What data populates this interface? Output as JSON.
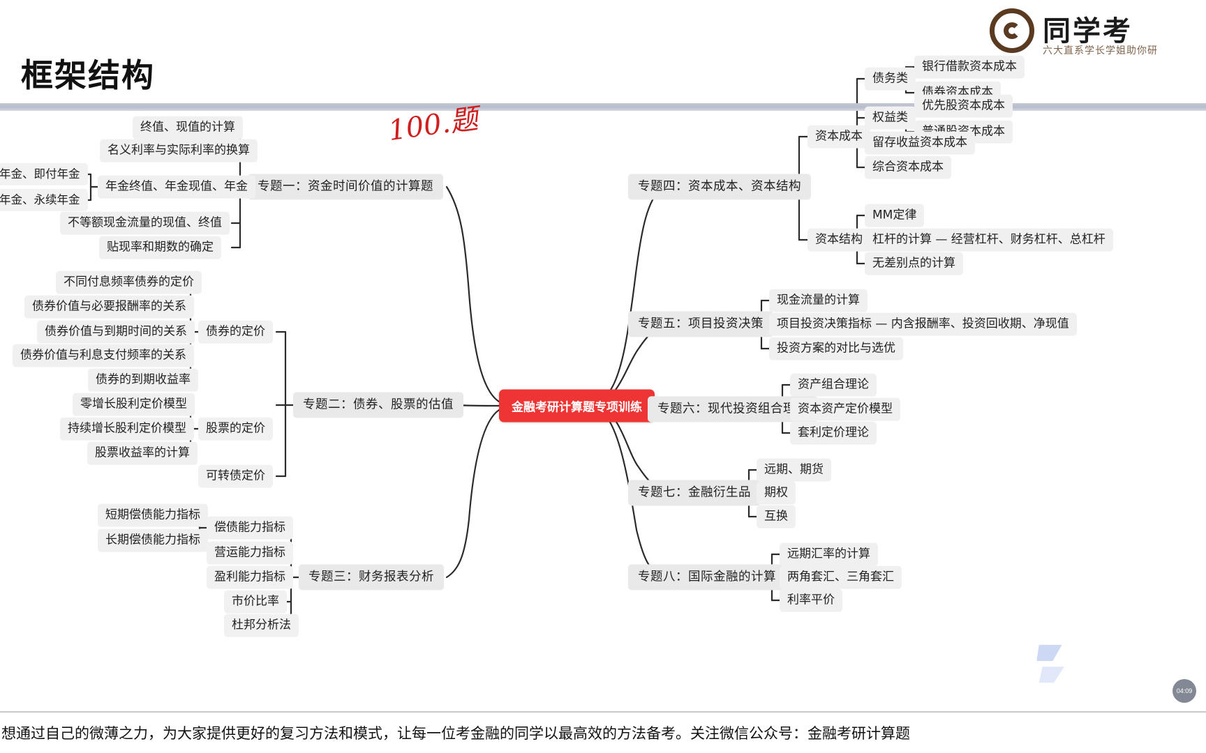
{
  "page_title": "框架结构",
  "center": {
    "label": "金融考研计算题专项训练",
    "color": "#ef3434"
  },
  "logo": {
    "name": "同学考",
    "subtitle": "六大直系学长学姐助你研",
    "icon": "spiral-logo-icon"
  },
  "annotation": {
    "handwriting": "100.题",
    "color": "#d01e1e"
  },
  "bottom_caption": "想通过自己的微薄之力，为大家提供更好的复习方法和模式，让每一位考金融的同学以最高效的方法备考。关注微信公众号：金融考研计算题",
  "player": {
    "timestamp": "04:09"
  },
  "topics": {
    "t1": {
      "label": "专题一：资金时间价值的计算题",
      "children": [
        {
          "label": "终值、现值的计算"
        },
        {
          "label": "名义利率与实际利率的换算"
        },
        {
          "label": "年金终值、年金现值、年金",
          "children": [
            {
              "label": "年金、即付年金"
            },
            {
              "label": "年金、永续年金"
            }
          ]
        },
        {
          "label": "不等额现金流量的现值、终值"
        },
        {
          "label": "贴现率和期数的确定"
        }
      ]
    },
    "t2": {
      "label": "专题二：债券、股票的估值",
      "children": [
        {
          "label": "债券的定价",
          "children": [
            {
              "label": "不同付息频率债券的定价"
            },
            {
              "label": "债券价值与必要报酬率的关系"
            },
            {
              "label": "债券价值与到期时间的关系"
            },
            {
              "label": "债券价值与利息支付频率的关系"
            },
            {
              "label": "债券的到期收益率"
            }
          ]
        },
        {
          "label": "股票的定价",
          "children": [
            {
              "label": "零增长股利定价模型"
            },
            {
              "label": "持续增长股利定价模型"
            },
            {
              "label": "股票收益率的计算"
            }
          ]
        },
        {
          "label": "可转债定价"
        }
      ]
    },
    "t3": {
      "label": "专题三：财务报表分析",
      "children": [
        {
          "label": "偿债能力指标",
          "children": [
            {
              "label": "短期偿债能力指标"
            },
            {
              "label": "长期偿债能力指标"
            }
          ]
        },
        {
          "label": "营运能力指标"
        },
        {
          "label": "盈利能力指标"
        },
        {
          "label": "市价比率"
        },
        {
          "label": "杜邦分析法"
        }
      ]
    },
    "t4": {
      "label": "专题四：资本成本、资本结构",
      "children": [
        {
          "label": "资本成本",
          "children": [
            {
              "label": "债务类",
              "children": [
                {
                  "label": "银行借款资本成本"
                },
                {
                  "label": "债券资本成本"
                }
              ]
            },
            {
              "label": "权益类",
              "children": [
                {
                  "label": "优先股资本成本"
                },
                {
                  "label": "普通股资本成本"
                }
              ]
            },
            {
              "label": "留存收益资本成本"
            },
            {
              "label": "综合资本成本"
            }
          ]
        },
        {
          "label": "资本结构",
          "children": [
            {
              "label": "MM定律"
            },
            {
              "label": "杠杆的计算 — 经营杠杆、财务杠杆、总杠杆"
            },
            {
              "label": "无差别点的计算"
            }
          ]
        }
      ]
    },
    "t5": {
      "label": "专题五：项目投资决策",
      "children": [
        {
          "label": "现金流量的计算"
        },
        {
          "label": "项目投资决策指标 — 内含报酬率、投资回收期、净现值"
        },
        {
          "label": "投资方案的对比与选优"
        }
      ]
    },
    "t6": {
      "label": "专题六：现代投资组合理论",
      "children": [
        {
          "label": "资产组合理论"
        },
        {
          "label": "资本资产定价模型"
        },
        {
          "label": "套利定价理论"
        }
      ]
    },
    "t7": {
      "label": "专题七：金融衍生品",
      "children": [
        {
          "label": "远期、期货"
        },
        {
          "label": "期权"
        },
        {
          "label": "互换"
        }
      ]
    },
    "t8": {
      "label": "专题八：国际金融的计算",
      "children": [
        {
          "label": "远期汇率的计算"
        },
        {
          "label": "两角套汇、三角套汇"
        },
        {
          "label": "利率平价"
        }
      ]
    }
  }
}
